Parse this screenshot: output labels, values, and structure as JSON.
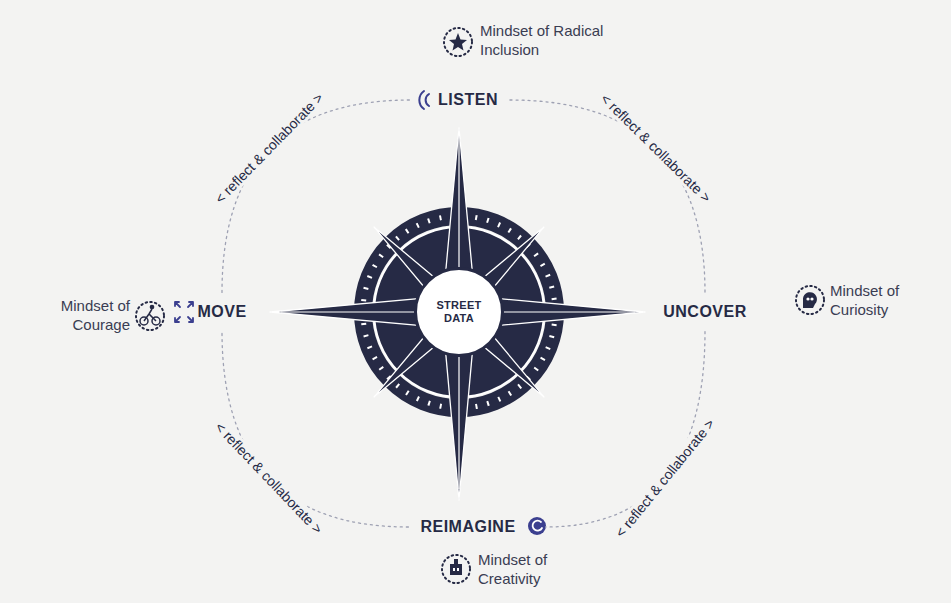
{
  "diagram": {
    "nodes": [
      {
        "text": [
          "LISTEN"
        ]
      },
      {
        "text": [
          "MOVE"
        ]
      },
      {
        "text": [
          "STREET DATA"
        ]
      },
      {
        "text": [
          "UNCOVER"
        ]
      },
      {
        "text": [
          "REIMAGINE"
        ]
      }
    ],
    "edges": [
      {
        "from": 0,
        "to": 3,
        "arrow": "none",
        "label": "< reflect & collaborate >"
      },
      {
        "from": 3,
        "to": 4,
        "arrow": "none",
        "label": "< reflect & collaborate >"
      },
      {
        "from": 4,
        "to": 1,
        "arrow": "none",
        "label": "< reflect & collaborate >"
      },
      {
        "from": 1,
        "to": 0,
        "arrow": "none",
        "label": "< reflect & collaborate >"
      }
    ],
    "labels": [
      "Mindset of Radical Inclusion",
      "Mindset of Courage",
      "Mindset of Curiosity",
      "Mindset of Creativity"
    ]
  }
}
